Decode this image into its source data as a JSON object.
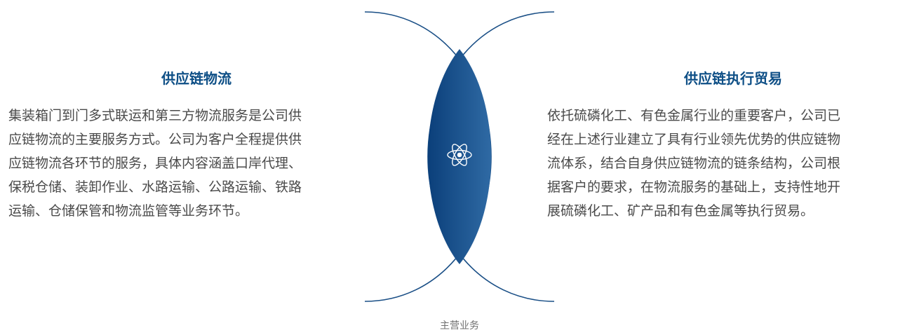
{
  "left_panel": {
    "title": "供应链物流",
    "lines": [
      "集装箱门到门多式联运和第三方物流服务是公司供",
      "应链物流的主要服务方式。公司为客户全程提供供",
      "应链物流各环节的服务，具体内容涵盖口岸代理、",
      "保税仓储、装卸作业、水路运输、公路运输、铁路",
      "运输、仓储保管和物流监管等业务环节。"
    ]
  },
  "right_panel": {
    "title": "供应链执行贸易",
    "lines": [
      "依托硫磷化工、有色金属行业的重要客户，公司已",
      "经在上述行业建立了具有行业领先优势的供应链物",
      "流体系，结合自身供应链物流的链条结构，公司根",
      "据客户的要求，在物流服务的基础上，支持性地开",
      "展硫磷化工、矿产品和有色金属等执行贸易。"
    ]
  },
  "center_icon": "atom-icon",
  "caption": "主营业务",
  "colors": {
    "title": "#0e4f86",
    "body_text": "#4a4a4a",
    "outline": "#1a4f86",
    "lens_dark": "#0b3f7a",
    "lens_light": "#2f6aa4",
    "caption": "#707070"
  }
}
